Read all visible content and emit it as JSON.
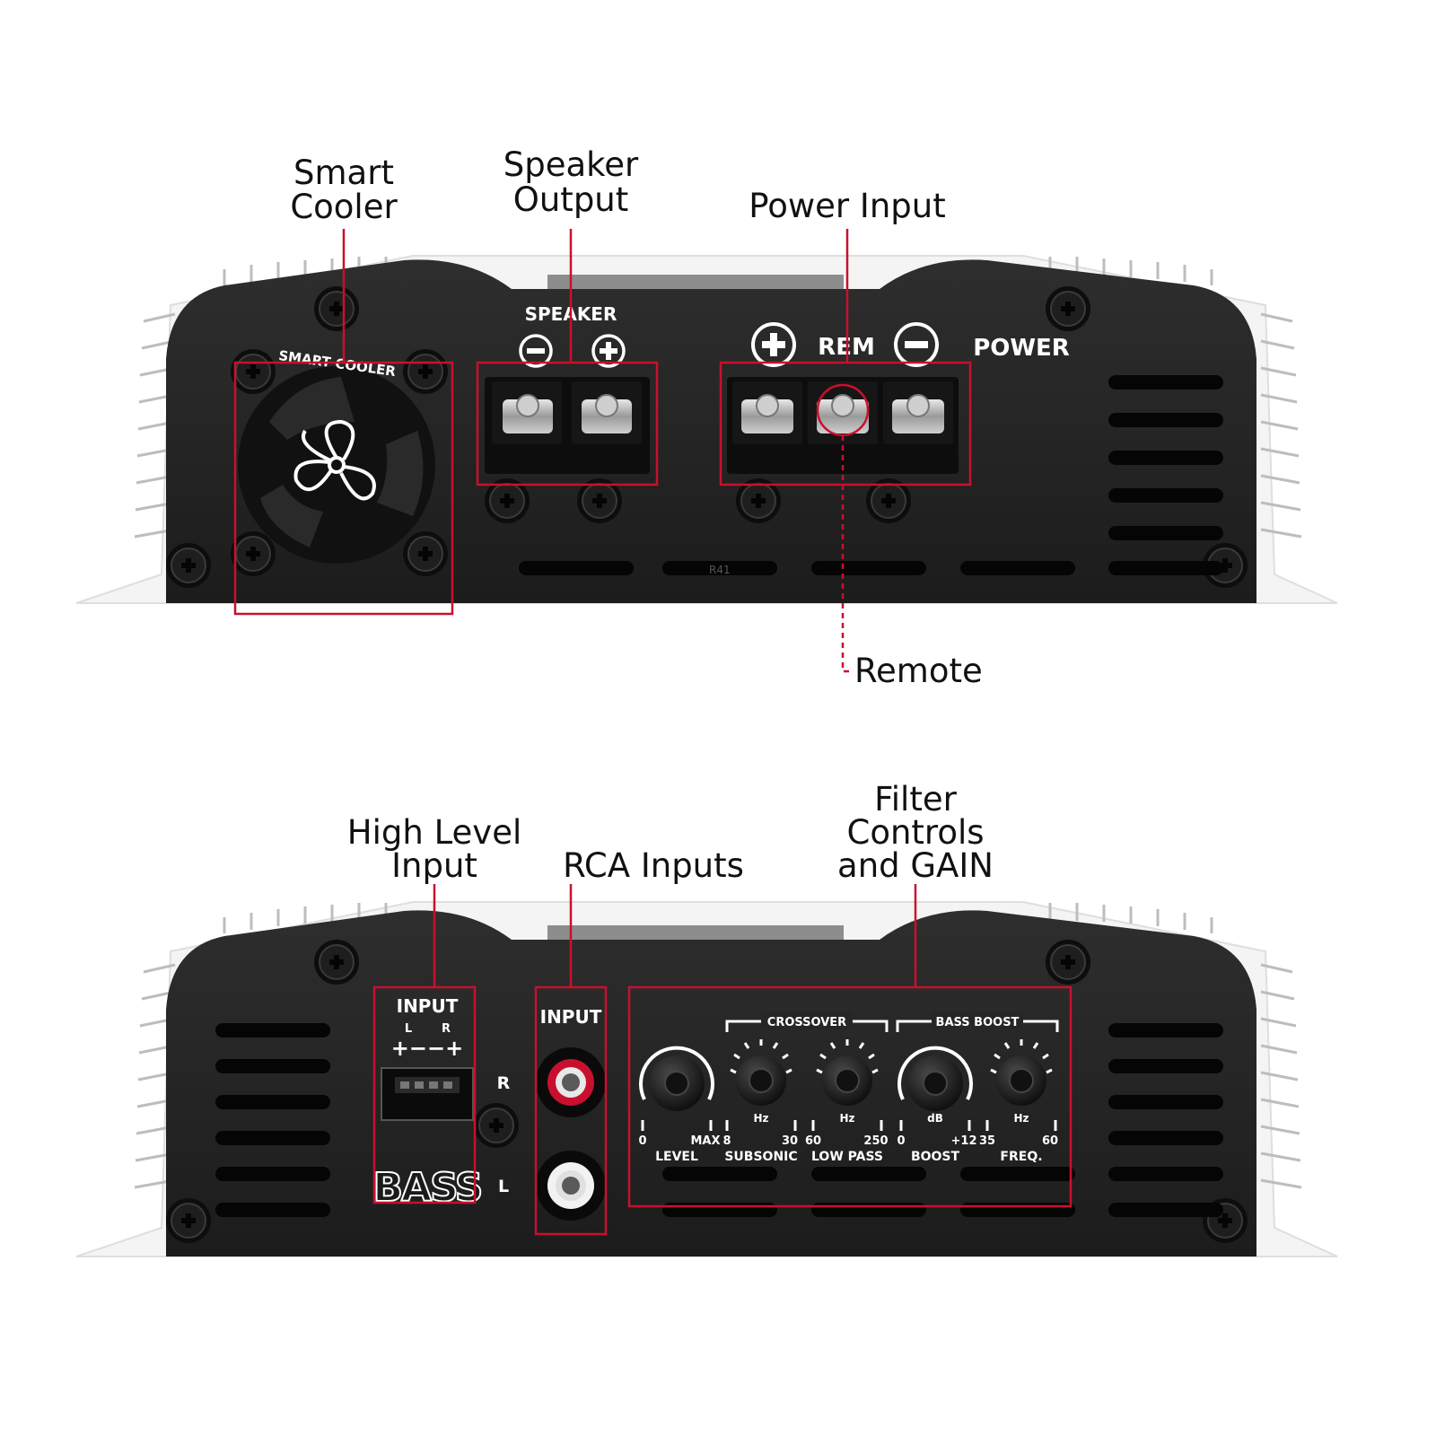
{
  "callouts": {
    "smart_cooler": [
      "Smart",
      "Cooler"
    ],
    "speaker_output": [
      "Speaker",
      "Output"
    ],
    "power_input": "Power Input",
    "remote": "Remote",
    "high_level_input": [
      "High Level",
      "Input"
    ],
    "rca_inputs": "RCA Inputs",
    "filter_controls": [
      "Filter",
      "Controls",
      "and GAIN"
    ]
  },
  "top_panel": {
    "smart_cooler_label": "SMART COOLER",
    "speaker_label": "SPEAKER",
    "rem_label": "REM",
    "power_label": "POWER",
    "model_text": "R41"
  },
  "bottom_panel": {
    "input_label": "INPUT",
    "input_l": "L",
    "input_r": "R",
    "input_polarity": "+−−+",
    "brand": "BASS",
    "rca_input_label": "INPUT",
    "rca_r": "R",
    "rca_l": "L",
    "crossover_label": "CROSSOVER",
    "bass_boost_label": "BASS BOOST",
    "knobs": [
      {
        "name": "LEVEL",
        "unit": "",
        "min": "0",
        "max": "MAX"
      },
      {
        "name": "SUBSONIC",
        "unit": "Hz",
        "min": "8",
        "max": "30"
      },
      {
        "name": "LOW PASS",
        "unit": "Hz",
        "min": "60",
        "max": "250"
      },
      {
        "name": "BOOST",
        "unit": "dB",
        "min": "0",
        "max": "+12"
      },
      {
        "name": "FREQ.",
        "unit": "Hz",
        "min": "35",
        "max": "60"
      }
    ]
  },
  "colors": {
    "accent": "#c8102e",
    "panel": "#262626",
    "fins": "#f2f2f2"
  }
}
